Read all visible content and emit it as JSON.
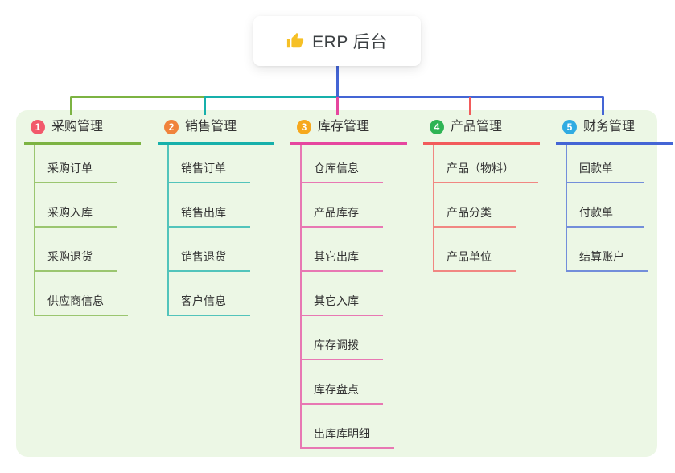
{
  "root": {
    "title": "ERP 后台",
    "icon": "thumbs-up"
  },
  "colors": {
    "panel_bg": "#ecf7e5",
    "root_text": "#3c4043",
    "thumb": "#f6c026"
  },
  "branches": [
    {
      "num": "1",
      "label": "采购管理",
      "line_color": "#7cb342",
      "badge_color": "#f2596b",
      "children": [
        "采购订单",
        "采购入库",
        "采购退货",
        "供应商信息"
      ]
    },
    {
      "num": "2",
      "label": "销售管理",
      "line_color": "#16b0ab",
      "badge_color": "#f0833c",
      "children": [
        "销售订单",
        "销售出库",
        "销售退货",
        "客户信息"
      ]
    },
    {
      "num": "3",
      "label": "库存管理",
      "line_color": "#e6469f",
      "badge_color": "#f6a81d",
      "children": [
        "仓库信息",
        "产品库存",
        "其它出库",
        "其它入库",
        "库存调拨",
        "库存盘点",
        "出库库明细"
      ]
    },
    {
      "num": "4",
      "label": "产品管理",
      "line_color": "#f25b5b",
      "badge_color": "#2eb454",
      "children": [
        "产品（物料）",
        "产品分类",
        "产品单位"
      ]
    },
    {
      "num": "5",
      "label": "财务管理",
      "line_color": "#4465d5",
      "badge_color": "#30abe2",
      "children": [
        "回款单",
        "付款单",
        "结算账户"
      ]
    }
  ]
}
